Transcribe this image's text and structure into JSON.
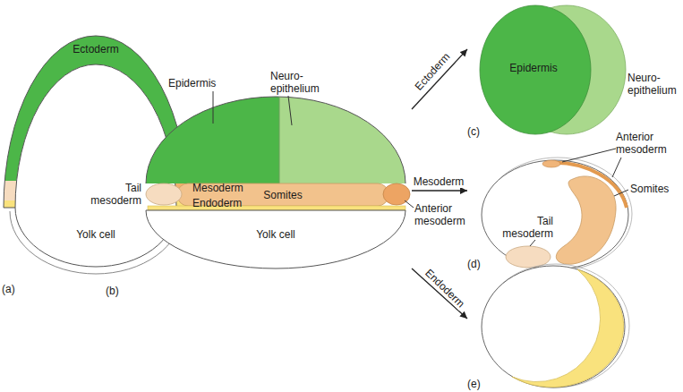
{
  "diagram": {
    "nodes": [
      {
        "text": [
          "(a)"
        ]
      },
      {
        "text": [
          "Ectoderm"
        ],
        "in": 0
      },
      {
        "text": [
          "Yolk cell"
        ],
        "in": 0
      },
      {
        "text": [
          "(b)"
        ]
      },
      {
        "text": [
          "Somites"
        ],
        "in": 3
      },
      {
        "text": [
          "Yolk cell"
        ],
        "in": 3
      },
      {
        "text": [
          "(c)"
        ]
      },
      {
        "text": [
          "Epidermis"
        ],
        "in": 6
      },
      {
        "text": [
          "(d)"
        ]
      },
      {
        "text": [
          "(e)"
        ]
      }
    ],
    "edges": [
      {
        "from": 3,
        "to": 6,
        "label": "Ectoderm",
        "arrow": "to"
      },
      {
        "from": 3,
        "to": 8,
        "label": "Mesoderm",
        "arrow": "to"
      },
      {
        "from": 3,
        "to": 9,
        "label": "Endoderm",
        "arrow": "to"
      }
    ],
    "labels": [
      "Mesoderm",
      "Endoderm",
      "Epidermis",
      "Neuro-epithelium",
      "Tail mesoderm",
      "Anterior mesoderm",
      "Neuro-epithelium",
      "Anterior mesoderm",
      "Somites",
      "Tail mesoderm"
    ]
  }
}
